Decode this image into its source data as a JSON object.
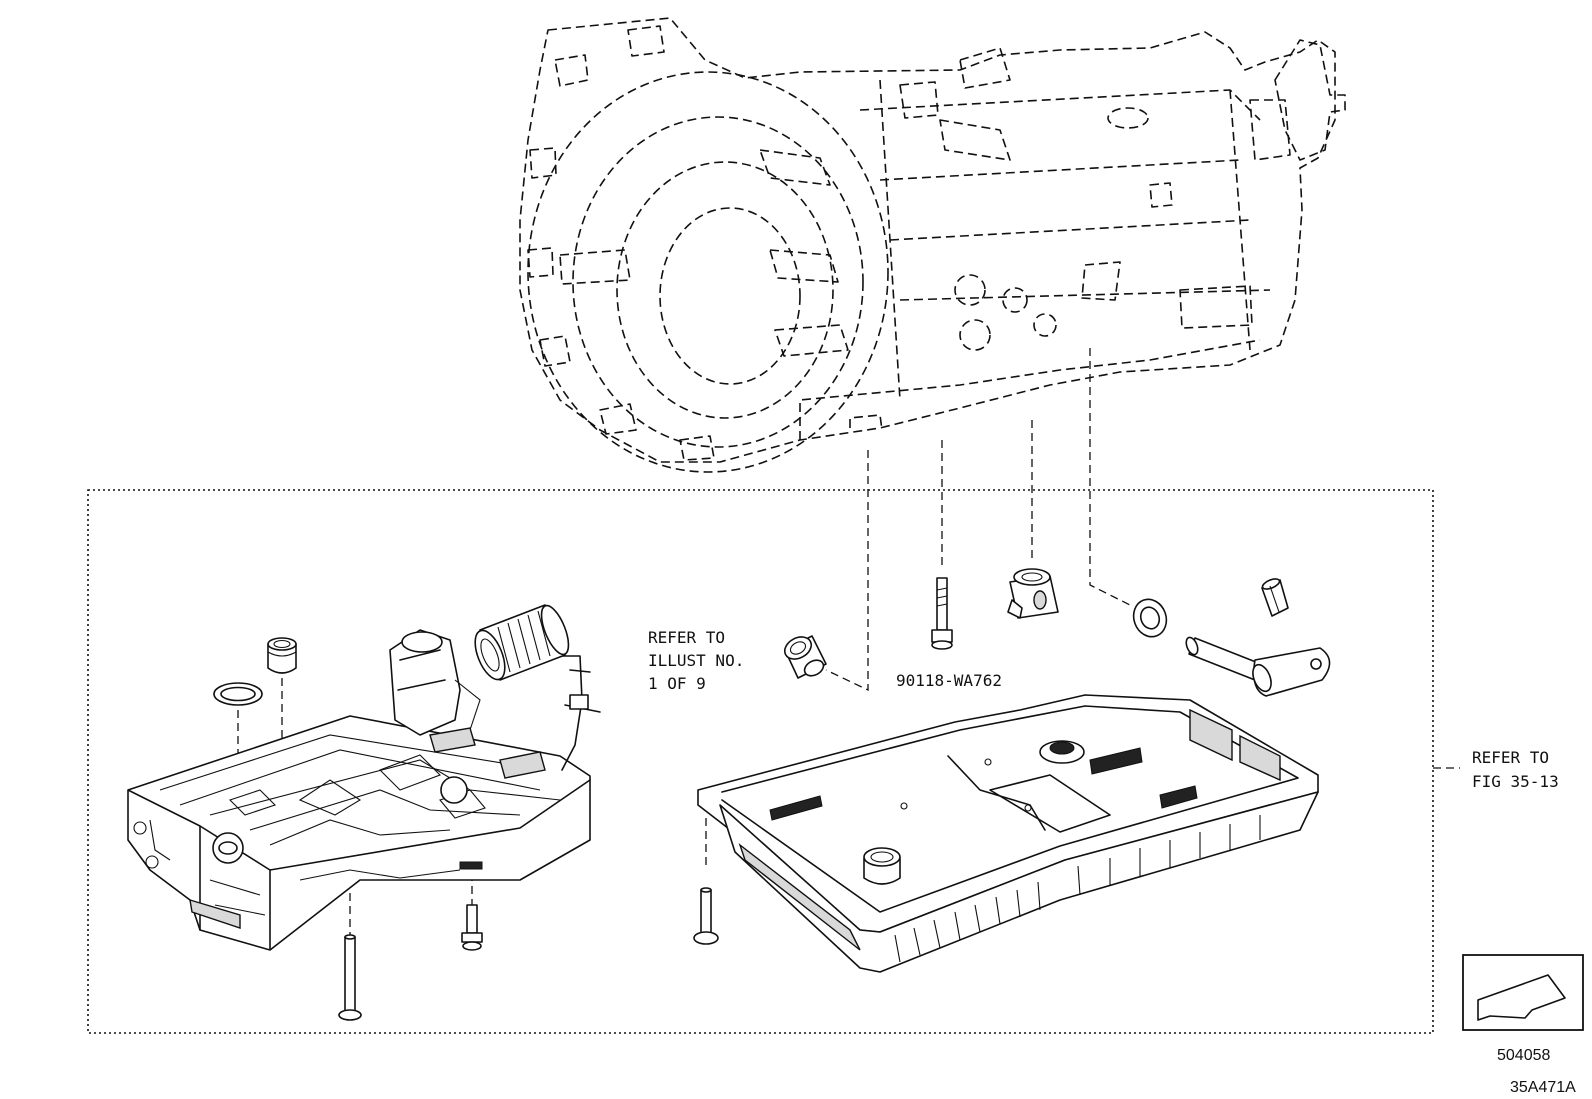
{
  "callouts": {
    "refer_illust": [
      "REFER TO",
      "ILLUST NO.",
      "1 OF 9"
    ],
    "part_number": "90118-WA762",
    "refer_fig": [
      "REFER TO",
      "FIG 35-13"
    ]
  },
  "footer": {
    "illustration_id": "504058",
    "drawing_code": "35A471A"
  },
  "icons": {
    "direction_arrow": "front-direction-arrow-icon"
  }
}
